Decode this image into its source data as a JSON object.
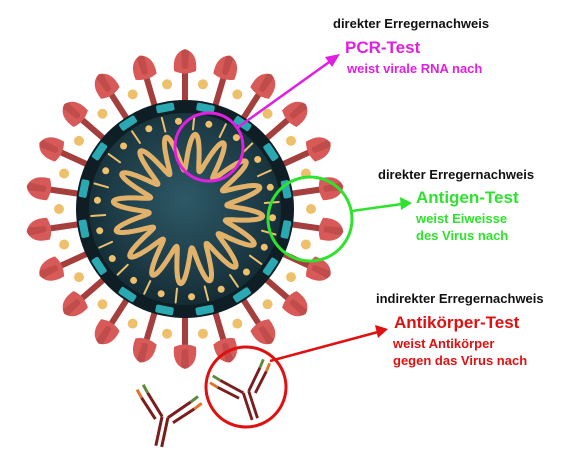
{
  "annotations": [
    {
      "category": "direkter Erregernachweis",
      "test": "PCR-Test",
      "description": "weist virale RNA nach",
      "color": "#e020e0"
    },
    {
      "category": "direkter Erregernachweis",
      "test": "Antigen-Test",
      "description": "weist Eiweisse\ndes Virus nach",
      "color": "#2ee22e"
    },
    {
      "category": "indirekter Erregernachweis",
      "test": "Antikörper-Test",
      "description": "weist Antikörper\ngegen das Virus nach",
      "color": "#e01010"
    }
  ],
  "palette": {
    "virus_core": "#1d3c47",
    "virus_rim": "#0f1e24",
    "spike": "#d85a58",
    "spike_stem": "#a53f3d",
    "rna": "#e2b26a",
    "dot": "#efc06c",
    "teal_protein": "#2ba9b2",
    "antibody_dark": "#7a1d1d",
    "antibody_green": "#5a8a3a",
    "antibody_orange": "#e0732a"
  },
  "icons": [
    "virus-illustration",
    "rna-strand",
    "antibody-icon"
  ]
}
